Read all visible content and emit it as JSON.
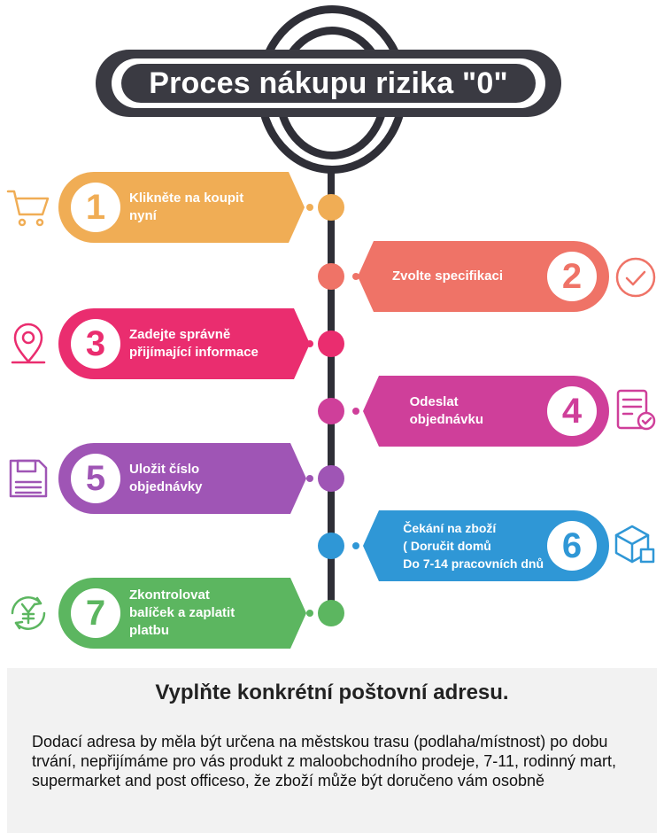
{
  "title": "Proces nákupu rizika \"0\"",
  "steps": [
    {
      "number": "1",
      "text": "Klikněte na koupit\nnyní",
      "color": "#f0ad55",
      "icon": "shopping-cart-icon"
    },
    {
      "number": "2",
      "text": "Zvolte specifikaci",
      "color": "#ef7367",
      "icon": "check-circle-icon"
    },
    {
      "number": "3",
      "text": "Zadejte správně\npřijímající informace",
      "color": "#ea2d6f",
      "icon": "location-pin-icon"
    },
    {
      "number": "4",
      "text": "Odeslat\nobjednávku",
      "color": "#cf3f9a",
      "icon": "order-form-icon"
    },
    {
      "number": "5",
      "text": "Uložit číslo\nobjednávky",
      "color": "#9f55b5",
      "icon": "floppy-disk-icon"
    },
    {
      "number": "6",
      "text": "Čekání na zboží\n( Doručit domů\n  Do 7-14 pracovních dnů",
      "color": "#2f97d6",
      "icon": "package-box-icon"
    },
    {
      "number": "7",
      "text": "Zkontrolovat\nbalíček a zaplatit\nplatbu",
      "color": "#5cb660",
      "icon": "yen-payment-icon"
    }
  ],
  "note": {
    "heading": "Vyplňte konkrétní poštovní adresu.",
    "body": "Dodací adresa by měla být určena na městskou trasu (podlaha/místnost) po dobu trvání, nepřijímáme pro vás produkt z maloobchodního prodeje, 7-11, rodinný mart, supermarket and post officeso, že zboží může být doručeno vám osobně"
  }
}
